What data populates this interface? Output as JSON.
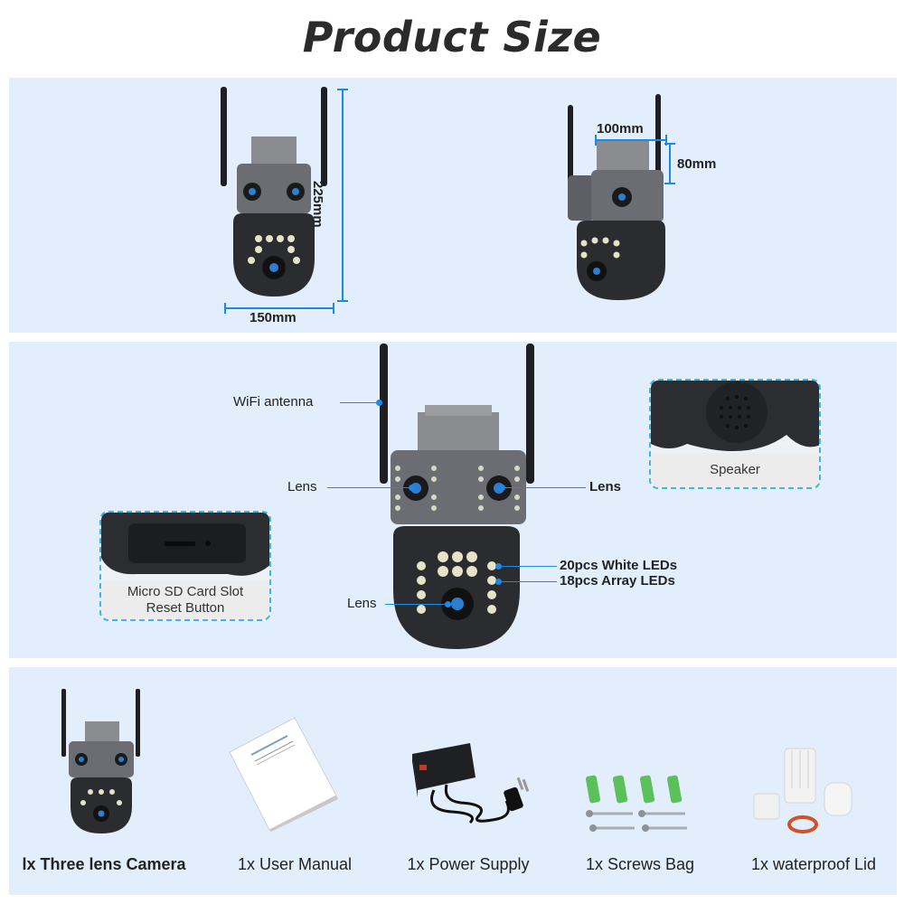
{
  "title": "Product Size",
  "dimensions": {
    "width_front": "150mm",
    "height": "225mm",
    "depth_top": "100mm",
    "mount_height": "80mm"
  },
  "features": {
    "wifi_antenna": "WiFi antenna",
    "lens_left": "Lens",
    "lens_right": "Lens",
    "lens_bottom": "Lens",
    "white_leds": "20pcs White LEDs",
    "array_leds": "18pcs Array LEDs",
    "speaker": "Speaker",
    "sd_slot_line1": "Micro SD Card Slot",
    "sd_slot_line2": "Reset Button"
  },
  "package": [
    {
      "label": "lx Three lens Camera",
      "icon": "camera-icon"
    },
    {
      "label": "1x User Manual",
      "icon": "manual-icon"
    },
    {
      "label": "1x Power Supply",
      "icon": "power-supply-icon"
    },
    {
      "label": "1x Screws Bag",
      "icon": "screws-icon"
    },
    {
      "label": "1x waterproof Lid",
      "icon": "waterproof-lid-icon"
    }
  ],
  "colors": {
    "panel_bg": "#e2eefb",
    "accent": "#1e88e5",
    "dashed_border": "#3db6e8",
    "camera_body": "#2a2c30",
    "camera_housing": "#6b6d72"
  }
}
